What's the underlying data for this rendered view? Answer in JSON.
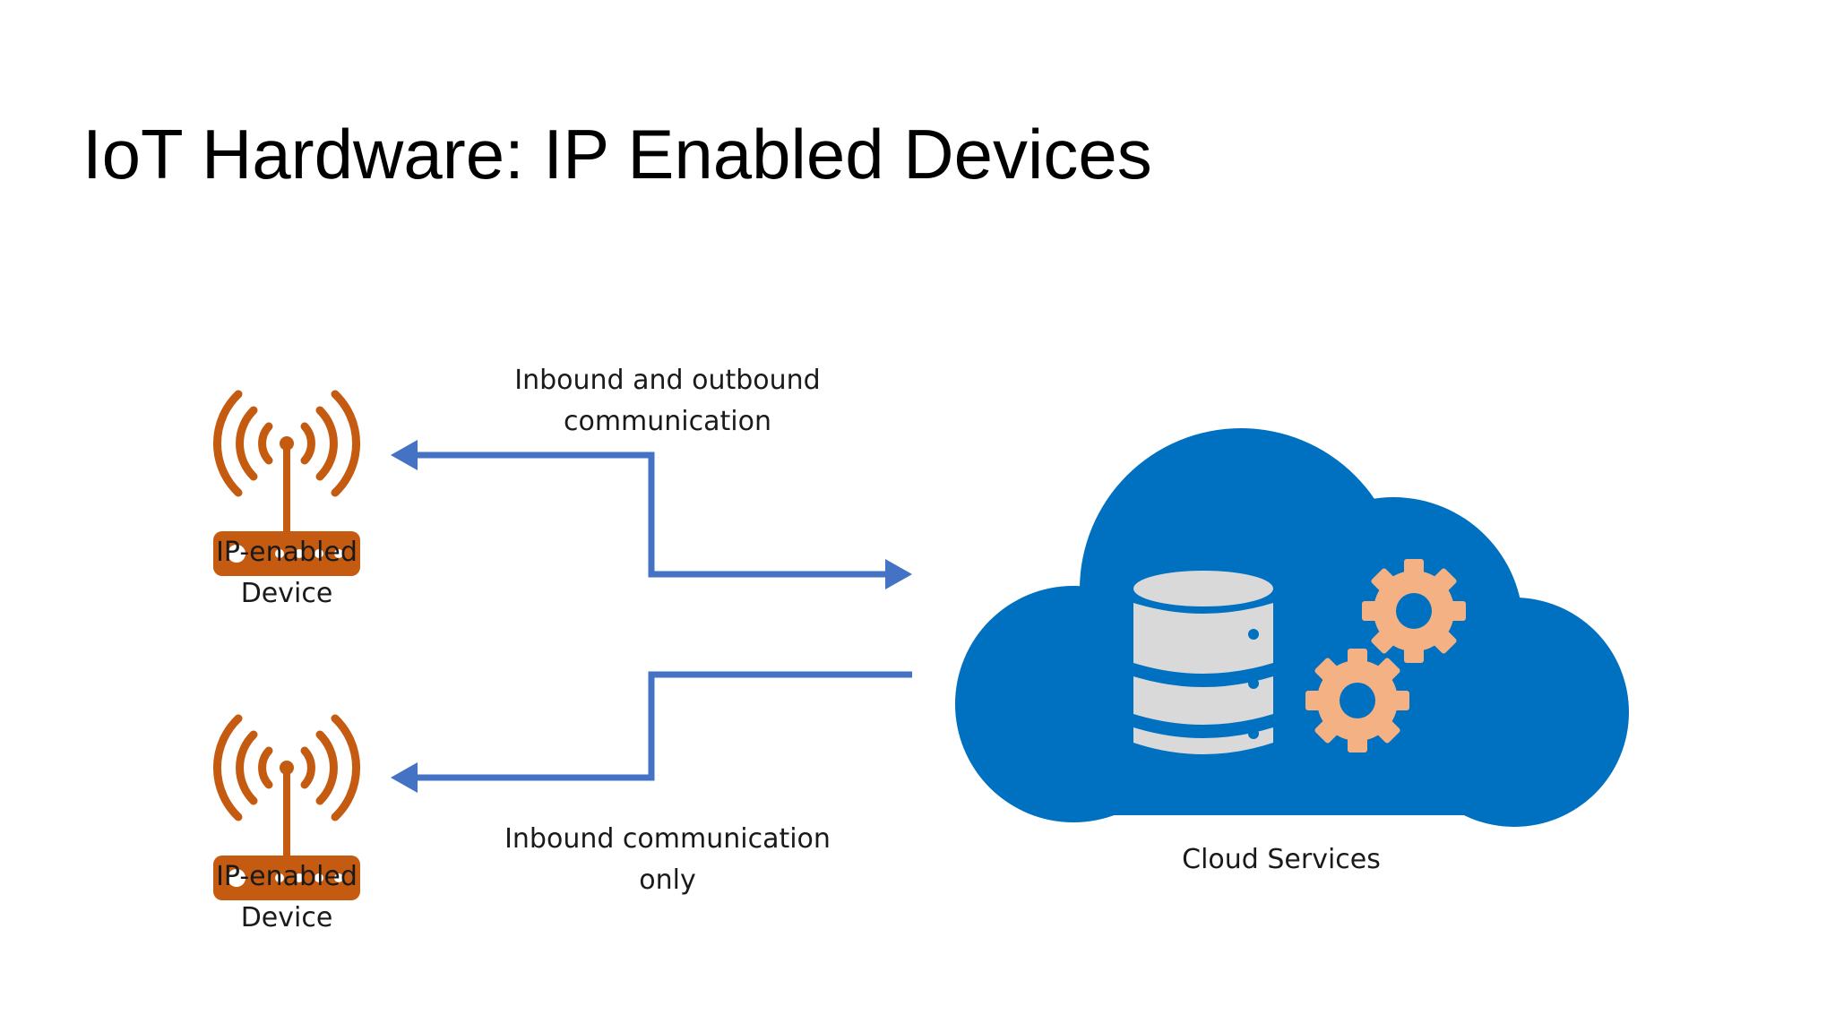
{
  "slide": {
    "title": "IoT Hardware: IP Enabled Devices"
  },
  "devices": [
    {
      "label_line1": "IP-enabled",
      "label_line2": "Device"
    },
    {
      "label_line1": "IP-enabled",
      "label_line2": "Device"
    }
  ],
  "connections": [
    {
      "label_line1": "Inbound and outbound",
      "label_line2": "communication"
    },
    {
      "label_line1": "Inbound communication",
      "label_line2": "only"
    }
  ],
  "cloud": {
    "label": "Cloud Services"
  },
  "icons": {
    "device": "wifi-router-icon",
    "storage": "database-icon",
    "processing": "gears-icon"
  },
  "colors": {
    "device": "#C55A11",
    "arrow": "#4472C4",
    "cloud": "#0070C0",
    "database": "#D9D9D9",
    "gear": "#F4B183"
  }
}
